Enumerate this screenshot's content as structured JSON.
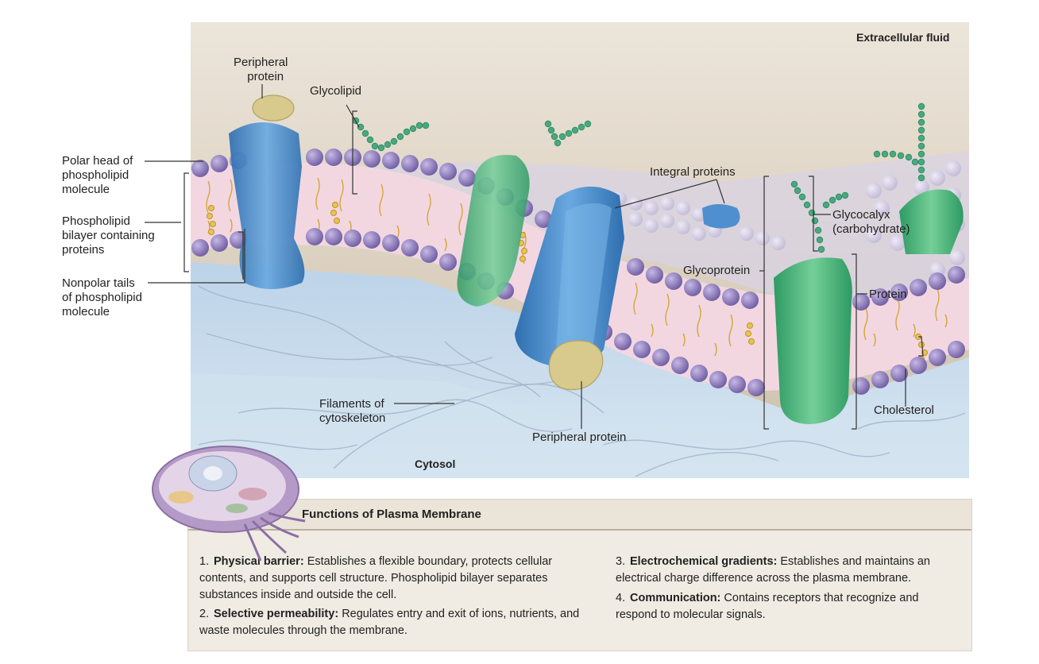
{
  "regions": {
    "extracellular": "Extracellular fluid",
    "cytosol": "Cytosol"
  },
  "labels": {
    "peripheral_top": [
      "Peripheral",
      "protein"
    ],
    "glycolipid": "Glycolipid",
    "polar_head": [
      "Polar head of",
      "phospholipid",
      "molecule"
    ],
    "bilayer": [
      "Phospholipid",
      "bilayer containing",
      "proteins"
    ],
    "nonpolar": [
      "Nonpolar tails",
      "of phospholipid",
      "molecule"
    ],
    "integral": "Integral proteins",
    "glycocalyx": [
      "Glycocalyx",
      "(carbohydrate)"
    ],
    "glycoprotein": "Glycoprotein",
    "protein": "Protein",
    "cholesterol": "Cholesterol",
    "filaments": [
      "Filaments of",
      "cytoskeleton"
    ],
    "peripheral_bottom": "Peripheral protein"
  },
  "functions": {
    "title": "Functions of Plasma Membrane",
    "items": [
      {
        "num": "1.",
        "term": "Physical barrier:",
        "text": "Establishes a flexible boundary, protects cellular contents, and supports cell structure. Phospholipid bilayer separates substances inside and outside the cell."
      },
      {
        "num": "2.",
        "term": "Selective permeability:",
        "text": "Regulates entry and exit of ions, nutrients, and waste molecules through the membrane."
      },
      {
        "num": "3.",
        "term": "Electrochemical gradients:",
        "text": "Establishes and maintains an electrical charge difference across the plasma membrane."
      },
      {
        "num": "4.",
        "term": "Communication:",
        "text": "Contains receptors that recognize and respond to molecular signals."
      }
    ]
  },
  "colors": {
    "extracellular": "#ddd2c2",
    "cytosol": "#c5d9ea",
    "heads": "#8b79b7",
    "bilayer_core": "#f0d3de",
    "integral_blue": "#4f8fcf",
    "glyco_green": "#3fb27a",
    "peripheral_tan": "#d8c98c",
    "carbohydrate": "#49a87f"
  }
}
